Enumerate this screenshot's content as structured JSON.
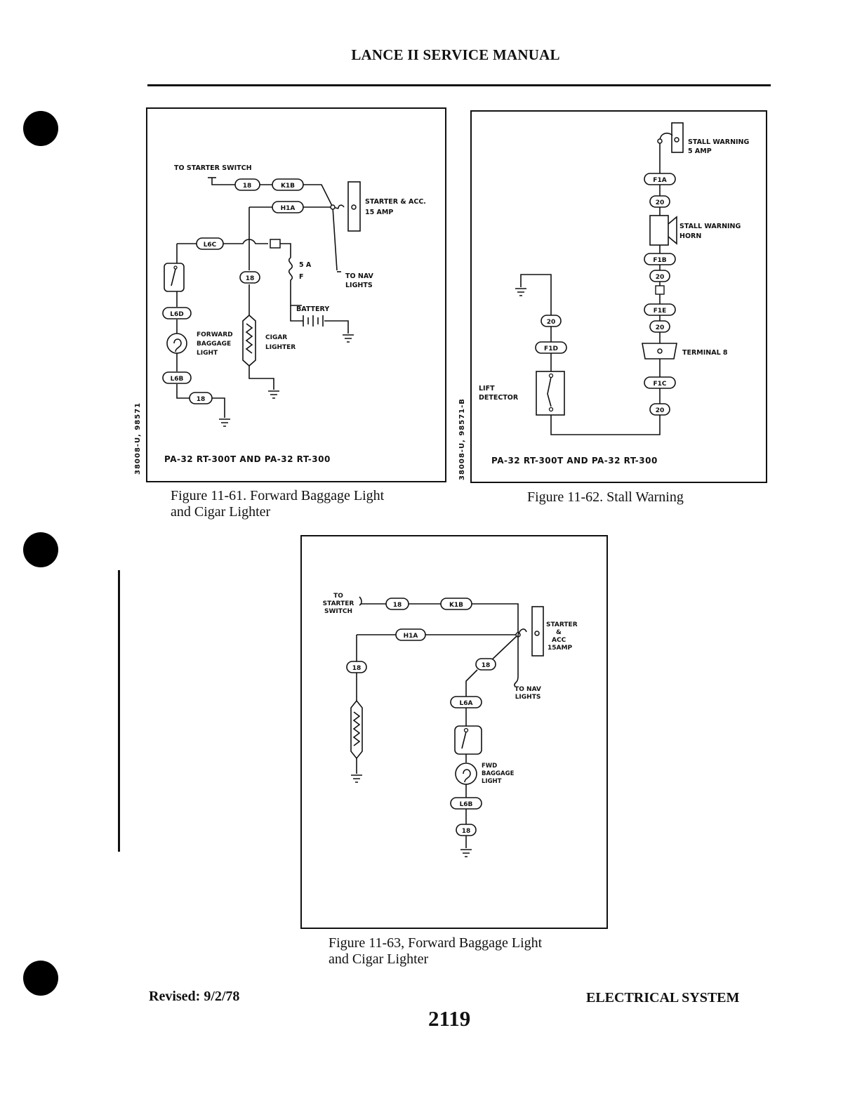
{
  "header": {
    "title": "LANCE II SERVICE MANUAL"
  },
  "figures": [
    {
      "caption": [
        "Figure 11-61.  Forward Baggage Light",
        "and Cigar Lighter"
      ],
      "code": "38008-U, 98571",
      "model": "PA-32 RT-300T AND PA-32 RT-300",
      "labels": {
        "to_starter_switch": "TO STARTER SWITCH",
        "starter_acc_1": "STARTER & ACC.",
        "starter_acc_2": "15 AMP",
        "to_nav_1": "TO NAV",
        "to_nav_2": "LIGHTS",
        "fuse_1": "5 A",
        "fuse_2": "F",
        "battery": "BATTERY",
        "fwd_baggage_1": "FORWARD",
        "fwd_baggage_2": "BAGGAGE",
        "fwd_baggage_3": "LIGHT",
        "cigar_1": "CIGAR",
        "cigar_2": "LIGHTER"
      },
      "tags": {
        "t18a": "18",
        "k1b": "K1B",
        "h1a": "H1A",
        "l6c": "L6C",
        "t18b": "18",
        "l6d": "L6D",
        "l6b": "L6B",
        "t18c": "18"
      }
    },
    {
      "caption": [
        "Figure 11-62.  Stall Warning"
      ],
      "code": "38008-U, 98571-B",
      "model": "PA-32 RT-300T AND PA-32 RT-300",
      "labels": {
        "stall_cb_1": "STALL  WARNING",
        "stall_cb_2": "5 AMP",
        "horn_1": "STALL  WARNING",
        "horn_2": "HORN",
        "terminal": "TERMINAL  8",
        "lift_1": "LIFT",
        "lift_2": "DETECTOR"
      },
      "tags": {
        "f1a": "F1A",
        "w20a": "20",
        "f1b": "F1B",
        "w20b": "20",
        "f1e": "F1E",
        "w20c": "20",
        "f1c": "F1C",
        "w20d": "20",
        "w20e": "20",
        "f1d": "F1D"
      }
    },
    {
      "caption": [
        "Figure 11-63,  Forward Baggage Light",
        "and Cigar Lighter"
      ],
      "labels": {
        "to_1": "TO",
        "to_2": "STARTER",
        "to_3": "SWITCH",
        "starter_1": "STARTER",
        "starter_2": "&",
        "starter_3": "ACC",
        "starter_4": "15AMP",
        "nav_1": "TO NAV",
        "nav_2": "LIGHTS",
        "fwd_1": "FWD",
        "fwd_2": "BAGGAGE",
        "fwd_3": "LIGHT"
      },
      "tags": {
        "t18a": "18",
        "k1b": "K1B",
        "h1a": "H1A",
        "t18b": "18",
        "t18c": "18",
        "l6a": "L6A",
        "l6b": "L6B",
        "t18d": "18"
      }
    }
  ],
  "footer": {
    "revised": "Revised: 9/2/78",
    "section": "ELECTRICAL SYSTEM",
    "page": "2119"
  }
}
